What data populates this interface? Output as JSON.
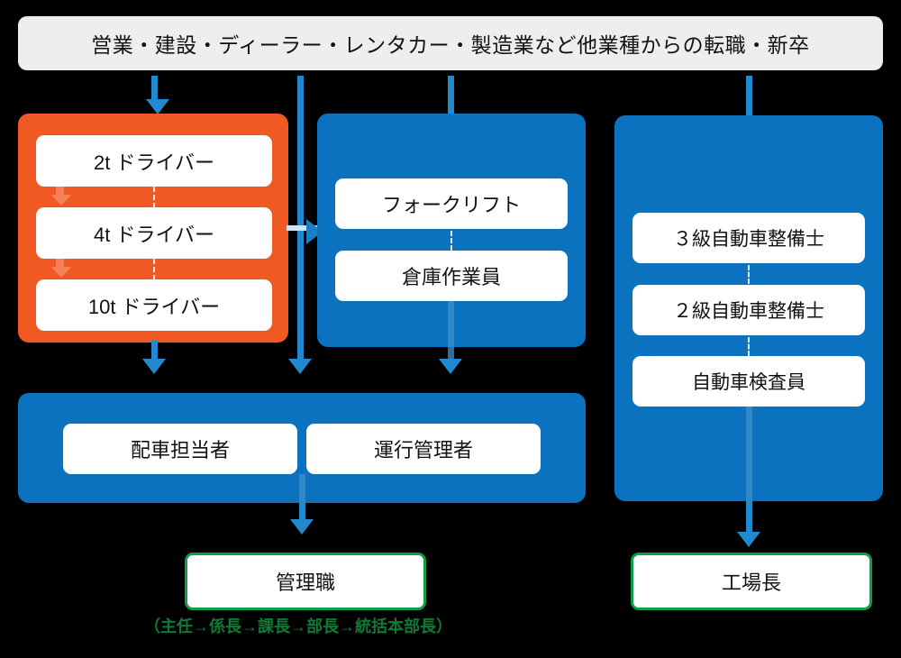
{
  "diagram": {
    "title_banner": {
      "text": "営業・建設・ディーラー・レンタカー・製造業など他業種からの転職・新卒"
    },
    "colors": {
      "banner_bg": "#eeeeee",
      "orange_panel": "#f05a22",
      "blue_panel": "#0a72bf",
      "arrow_blue": "#2389ce",
      "green_outline": "#0f9d48",
      "caption_green": "#0f7a35",
      "card_white": "#ffffff",
      "background": "#000000"
    },
    "groups": [
      {
        "id": "driver-track",
        "color": "orange",
        "cards": [
          {
            "label": "2t ドライバー"
          },
          {
            "label": "4t ドライバー"
          },
          {
            "label": "10t ドライバー"
          }
        ]
      },
      {
        "id": "warehouse-track",
        "color": "blue",
        "cards": [
          {
            "label": "フォークリフト"
          },
          {
            "label": "倉庫作業員"
          }
        ]
      },
      {
        "id": "mechanic-track",
        "color": "blue",
        "cards": [
          {
            "label": "３級自動車整備士"
          },
          {
            "label": "２級自動車整備士"
          },
          {
            "label": "自動車検査員"
          }
        ]
      },
      {
        "id": "operations-track",
        "color": "blue",
        "cards": [
          {
            "label": "配車担当者"
          },
          {
            "label": "運行管理者"
          }
        ]
      }
    ],
    "outcomes": [
      {
        "id": "management",
        "label": "管理職",
        "caption": "（主任→係長→課長→部長→統括本部長）"
      },
      {
        "id": "factory-manager",
        "label": "工場長",
        "caption": ""
      }
    ]
  }
}
